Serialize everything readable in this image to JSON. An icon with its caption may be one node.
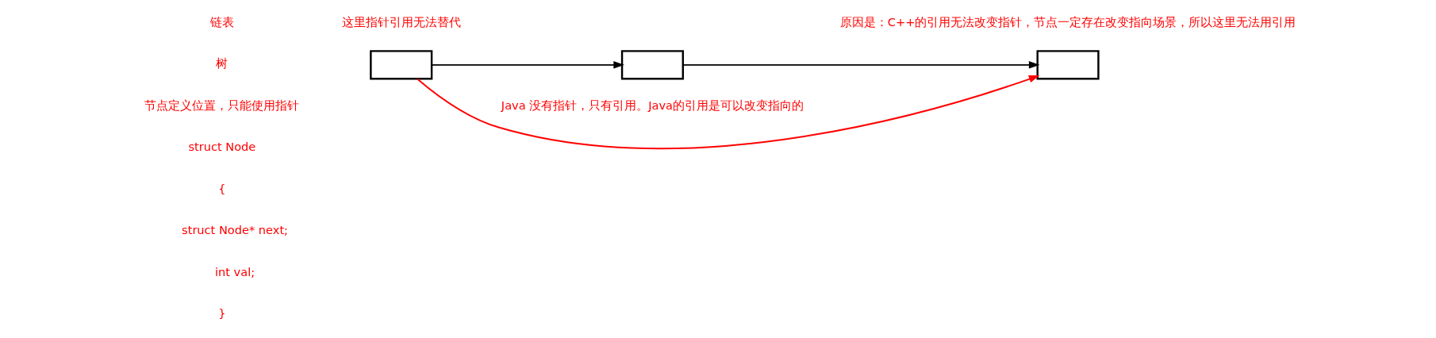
{
  "diagram": {
    "nodes": [
      {
        "text": [],
        "shape": "box"
      },
      {
        "text": [],
        "shape": "box"
      },
      {
        "text": [],
        "shape": "box"
      }
    ],
    "edges": [
      {
        "from": 0,
        "to": 1,
        "arrow": "to"
      },
      {
        "from": 1,
        "to": 2,
        "arrow": "to"
      },
      {
        "from": 0,
        "to": 2,
        "arrow": "to",
        "color": "#ff0000"
      }
    ],
    "labels": [
      "链表",
      "树",
      "节点定义位置，只能使用指针",
      "struct Node",
      "{",
      "struct Node* next;",
      "int val;",
      "}",
      "这里指针引用无法替代",
      "原因是：C++的引用无法改变指针，节点一定存在改变指向场景，所以这里无法用引用",
      "Java 没有指针，只有引用。Java的引用是可以改变指向的"
    ]
  }
}
